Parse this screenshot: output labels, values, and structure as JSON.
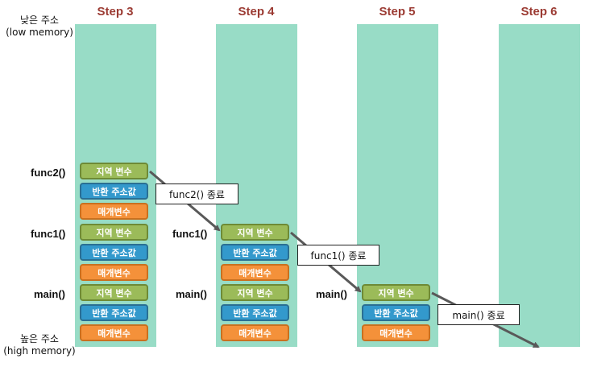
{
  "steps": [
    "Step 3",
    "Step 4",
    "Step 5",
    "Step 6"
  ],
  "low_address": {
    "line1": "낮은 주소",
    "line2": "(low memory)"
  },
  "high_address": {
    "line1": "높은 주소",
    "line2": "(high memory)"
  },
  "func_labels": {
    "func2": "func2()",
    "func1": "func1()",
    "main": "main()"
  },
  "frame_labels": {
    "local": "지역 변수",
    "ret": "반환 주소값",
    "param": "매개변수"
  },
  "callouts": {
    "func2_end": "func2() 종료",
    "func1_end": "func1() 종료",
    "main_end": "main() 종료"
  },
  "colors": {
    "column": "#98dcc6",
    "local": "#9bbb59",
    "ret": "#3399cc",
    "param": "#f4913a",
    "title": "#9b3a32",
    "arrow": "#595959"
  }
}
